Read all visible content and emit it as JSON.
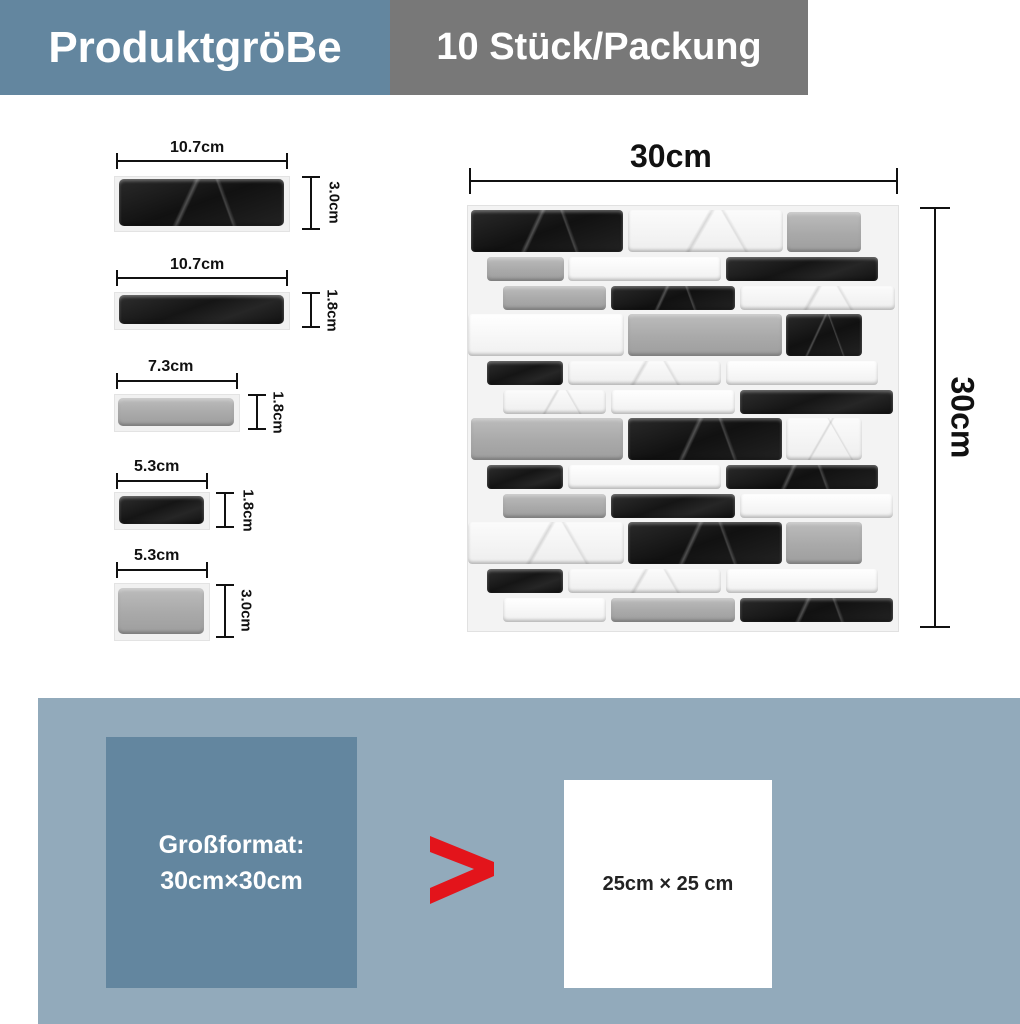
{
  "header": {
    "left_title": "ProduktgröBe",
    "right_title": "10 Stück/Packung"
  },
  "tiles": [
    {
      "width_label": "10.7cm",
      "height_label": "3.0cm",
      "finish": "black-marble"
    },
    {
      "width_label": "10.7cm",
      "height_label": "1.8cm",
      "finish": "black"
    },
    {
      "width_label": "7.3cm",
      "height_label": "1.8cm",
      "finish": "grey"
    },
    {
      "width_label": "5.3cm",
      "height_label": "1.8cm",
      "finish": "black"
    },
    {
      "width_label": "5.3cm",
      "height_label": "3.0cm",
      "finish": "grey"
    }
  ],
  "sheet": {
    "width_label": "30cm",
    "height_label": "30cm"
  },
  "comparison": {
    "large_line1": "Großformat:",
    "large_line2": "30cm×30cm",
    "comparator_icon": "greater-than-icon",
    "small_label": "25cm × 25 cm"
  },
  "colors": {
    "header_blue": "#63869f",
    "header_grey": "#787878",
    "panel_blue": "#92aabb",
    "arrow_red": "#e3141b"
  }
}
